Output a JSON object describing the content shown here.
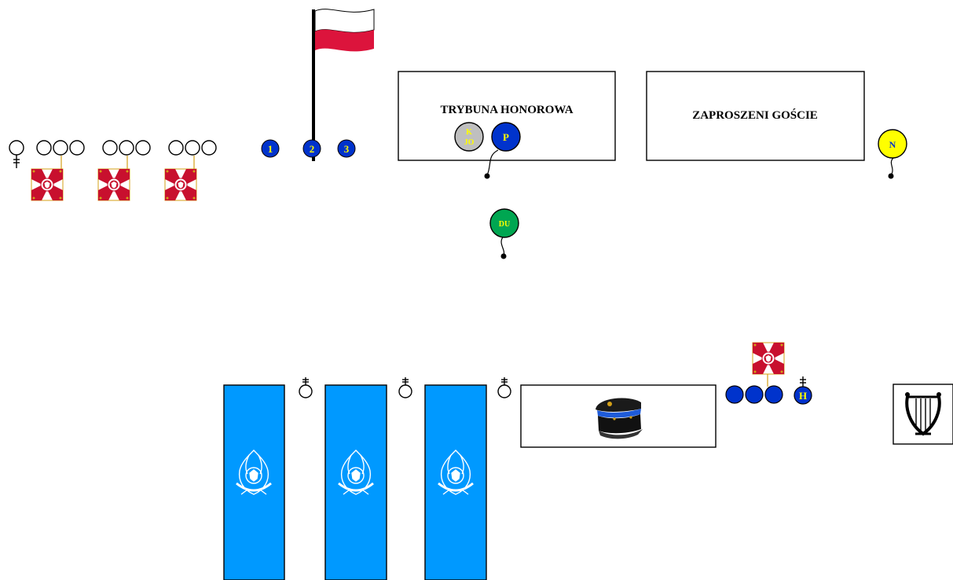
{
  "tribune": {
    "label": "TRYBUNA HONOROWA"
  },
  "guests": {
    "label": "ZAPROSZENI GOŚCIE"
  },
  "flag_markers": [
    "1",
    "2",
    "3"
  ],
  "persons": {
    "kjo": {
      "line1": "K",
      "line2": "JO",
      "color": "#bfbfbf",
      "text_color": "#ffff00"
    },
    "p": {
      "label": "P",
      "color": "#0033cc",
      "text_color": "#ffff00"
    },
    "du": {
      "label": "DU",
      "color": "#00a651",
      "text_color": "#ffff00"
    },
    "n": {
      "label": "N",
      "color": "#ffff00",
      "text_color": "#0033cc"
    },
    "h": {
      "label": "H",
      "color": "#0033cc",
      "text_color": "#ffff00"
    }
  },
  "colors": {
    "marker_blue": "#0033cc",
    "marker_text": "#ffff00",
    "banner_blue": "#0099ff",
    "flag_white": "#ffffff",
    "flag_red": "#dc143c",
    "standard_red": "#c8102e"
  },
  "icons": {
    "flag": "poland-flag-icon",
    "standard": "military-standard-icon",
    "banner": "fire-service-banner-icon",
    "cap": "uniform-cap-icon",
    "orchestra": "lyre-icon",
    "commander": "commander-symbol-icon"
  }
}
